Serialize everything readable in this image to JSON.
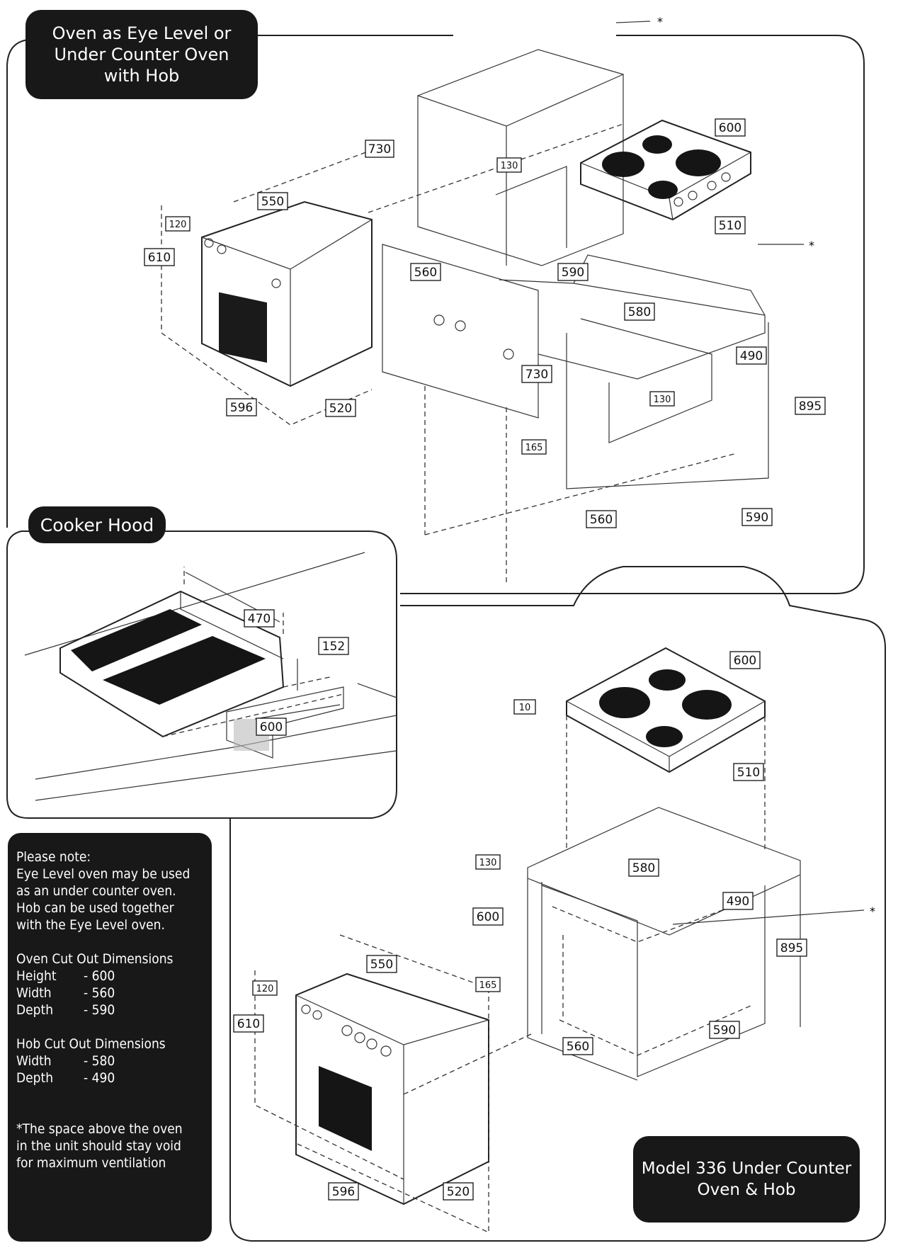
{
  "panels": {
    "top": {
      "title_line1": "Oven as Eye Level or",
      "title_line2": "Under Counter Oven",
      "title_line3": "with Hob"
    },
    "hood": {
      "title": "Cooker Hood"
    },
    "model": {
      "title_line1": "Model 336 Under Counter",
      "title_line2": "Oven & Hob"
    }
  },
  "note": {
    "heading": "Please note:",
    "lines": [
      "Eye Level oven may be used",
      "as an under counter oven.",
      "Hob can be used together",
      "with the Eye Level oven."
    ],
    "oven_cutout": {
      "title": "Oven Cut Out Dimensions",
      "rows": [
        {
          "label": "Height",
          "value": "- 600"
        },
        {
          "label": "Width",
          "value": "- 560"
        },
        {
          "label": "Depth",
          "value": "- 590"
        }
      ]
    },
    "hob_cutout": {
      "title": "Hob Cut Out Dimensions",
      "rows": [
        {
          "label": "Width",
          "value": "- 580"
        },
        {
          "label": "Depth",
          "value": "- 490"
        }
      ]
    },
    "footnote": [
      "*The space above the oven",
      "in the unit should stay void",
      "for maximum ventilation"
    ]
  },
  "dimensions": {
    "top": {
      "hood_height": "730",
      "hood_gap": "130",
      "hob_width": "600",
      "hob_depth": "510",
      "oven_depth_top": "550",
      "oven_panel": "120",
      "oven_height": "610",
      "cab_depth": "560",
      "cab_inner": "590",
      "cut_width": "580",
      "cut_depth": "490",
      "cab_height": "730",
      "gap_lower": "130",
      "counter_height": "895",
      "oven_width": "596",
      "oven_depth": "520",
      "plinth": "165",
      "base_width": "560",
      "base_depth": "590"
    },
    "hood": {
      "depth": "470",
      "height": "152",
      "width": "600"
    },
    "bottom": {
      "hob_width": "600",
      "hob_thick": "10",
      "hob_depth": "510",
      "gap_top": "130",
      "cut_width": "580",
      "cut_depth": "490",
      "oven_height_cut": "600",
      "counter_height": "895",
      "oven_depth_top": "550",
      "plinth": "165",
      "oven_panel": "120",
      "oven_height": "610",
      "base_width": "560",
      "base_depth": "590",
      "oven_width": "596",
      "oven_depth": "520"
    }
  },
  "markers": {
    "asterisk": "*"
  }
}
